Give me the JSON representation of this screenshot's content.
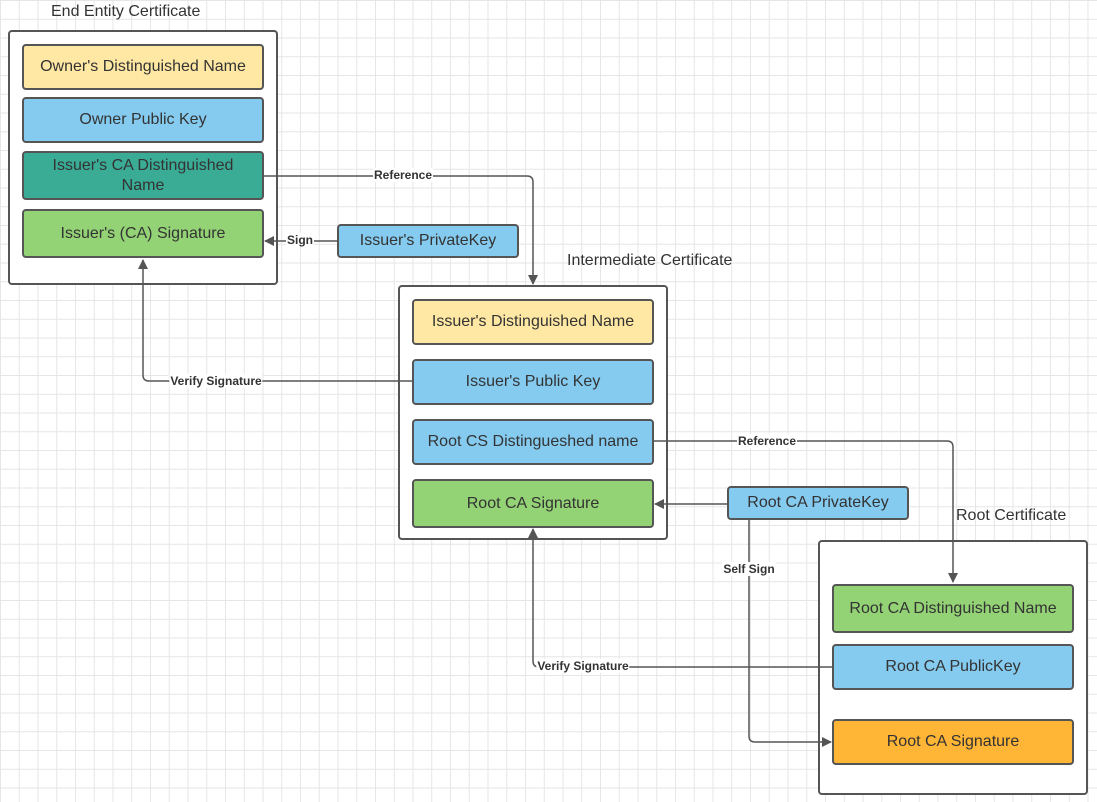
{
  "colors": {
    "name_yellow": "#ffe8a3",
    "key_blue": "#85cbf0",
    "teal": "#3aab95",
    "signature_green": "#93d275",
    "orange": "#ffb535",
    "border": "#555555",
    "wire": "#555555"
  },
  "end_entity": {
    "title": "End Entity Certificate",
    "owner_dn": "Owner's Distinguished Name",
    "owner_public_key": "Owner Public  Key",
    "issuer_ca_dn": "Issuer's CA Distinguished Name",
    "issuer_signature": "Issuer's (CA) Signature"
  },
  "issuer_private_key": "Issuer's PrivateKey",
  "intermediate": {
    "title": "Intermediate Certificate",
    "issuer_dn": "Issuer's Distinguished Name",
    "issuer_public_key": "Issuer's Public  Key",
    "root_cs_dn": "Root CS Distingueshed name",
    "root_ca_signature": "Root CA Signature"
  },
  "root_ca_private_key": "Root CA PrivateKey",
  "root": {
    "title": "Root Certificate",
    "root_ca_dn": "Root CA Distinguished Name",
    "root_ca_public_key": "Root CA PublicKey",
    "root_ca_signature": "Root CA Signature"
  },
  "edge_labels": {
    "reference_1": "Reference",
    "sign": "Sign",
    "verify_1": "Verify Signature",
    "reference_2": "Reference",
    "self_sign": "Self Sign",
    "verify_2": "Verify Signature"
  }
}
